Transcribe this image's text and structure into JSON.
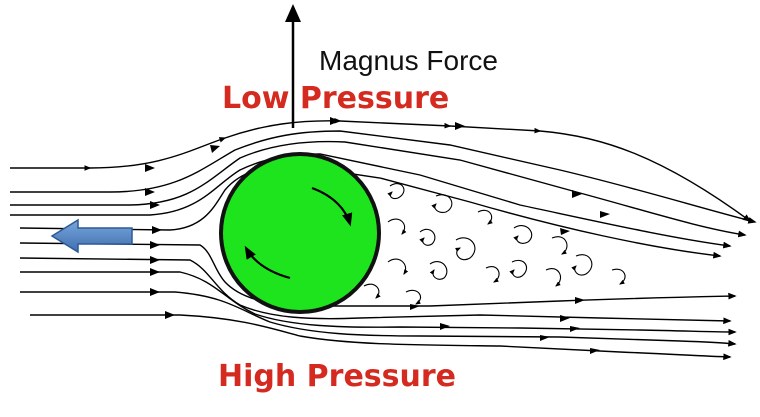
{
  "labels": {
    "magnus_force": "Magnus Force",
    "low_pressure": "Low Pressure",
    "high_pressure": "High Pressure"
  },
  "colors": {
    "ball": "#1ee41e",
    "ball_outline": "#111111",
    "pressure_text": "#d42a1f",
    "motion_arrow": "#4a7fc0",
    "lines": "#000000"
  },
  "icons": {
    "force": "force-arrow-up",
    "motion": "motion-arrow-left",
    "spin": "spin-arrows-clockwise"
  }
}
